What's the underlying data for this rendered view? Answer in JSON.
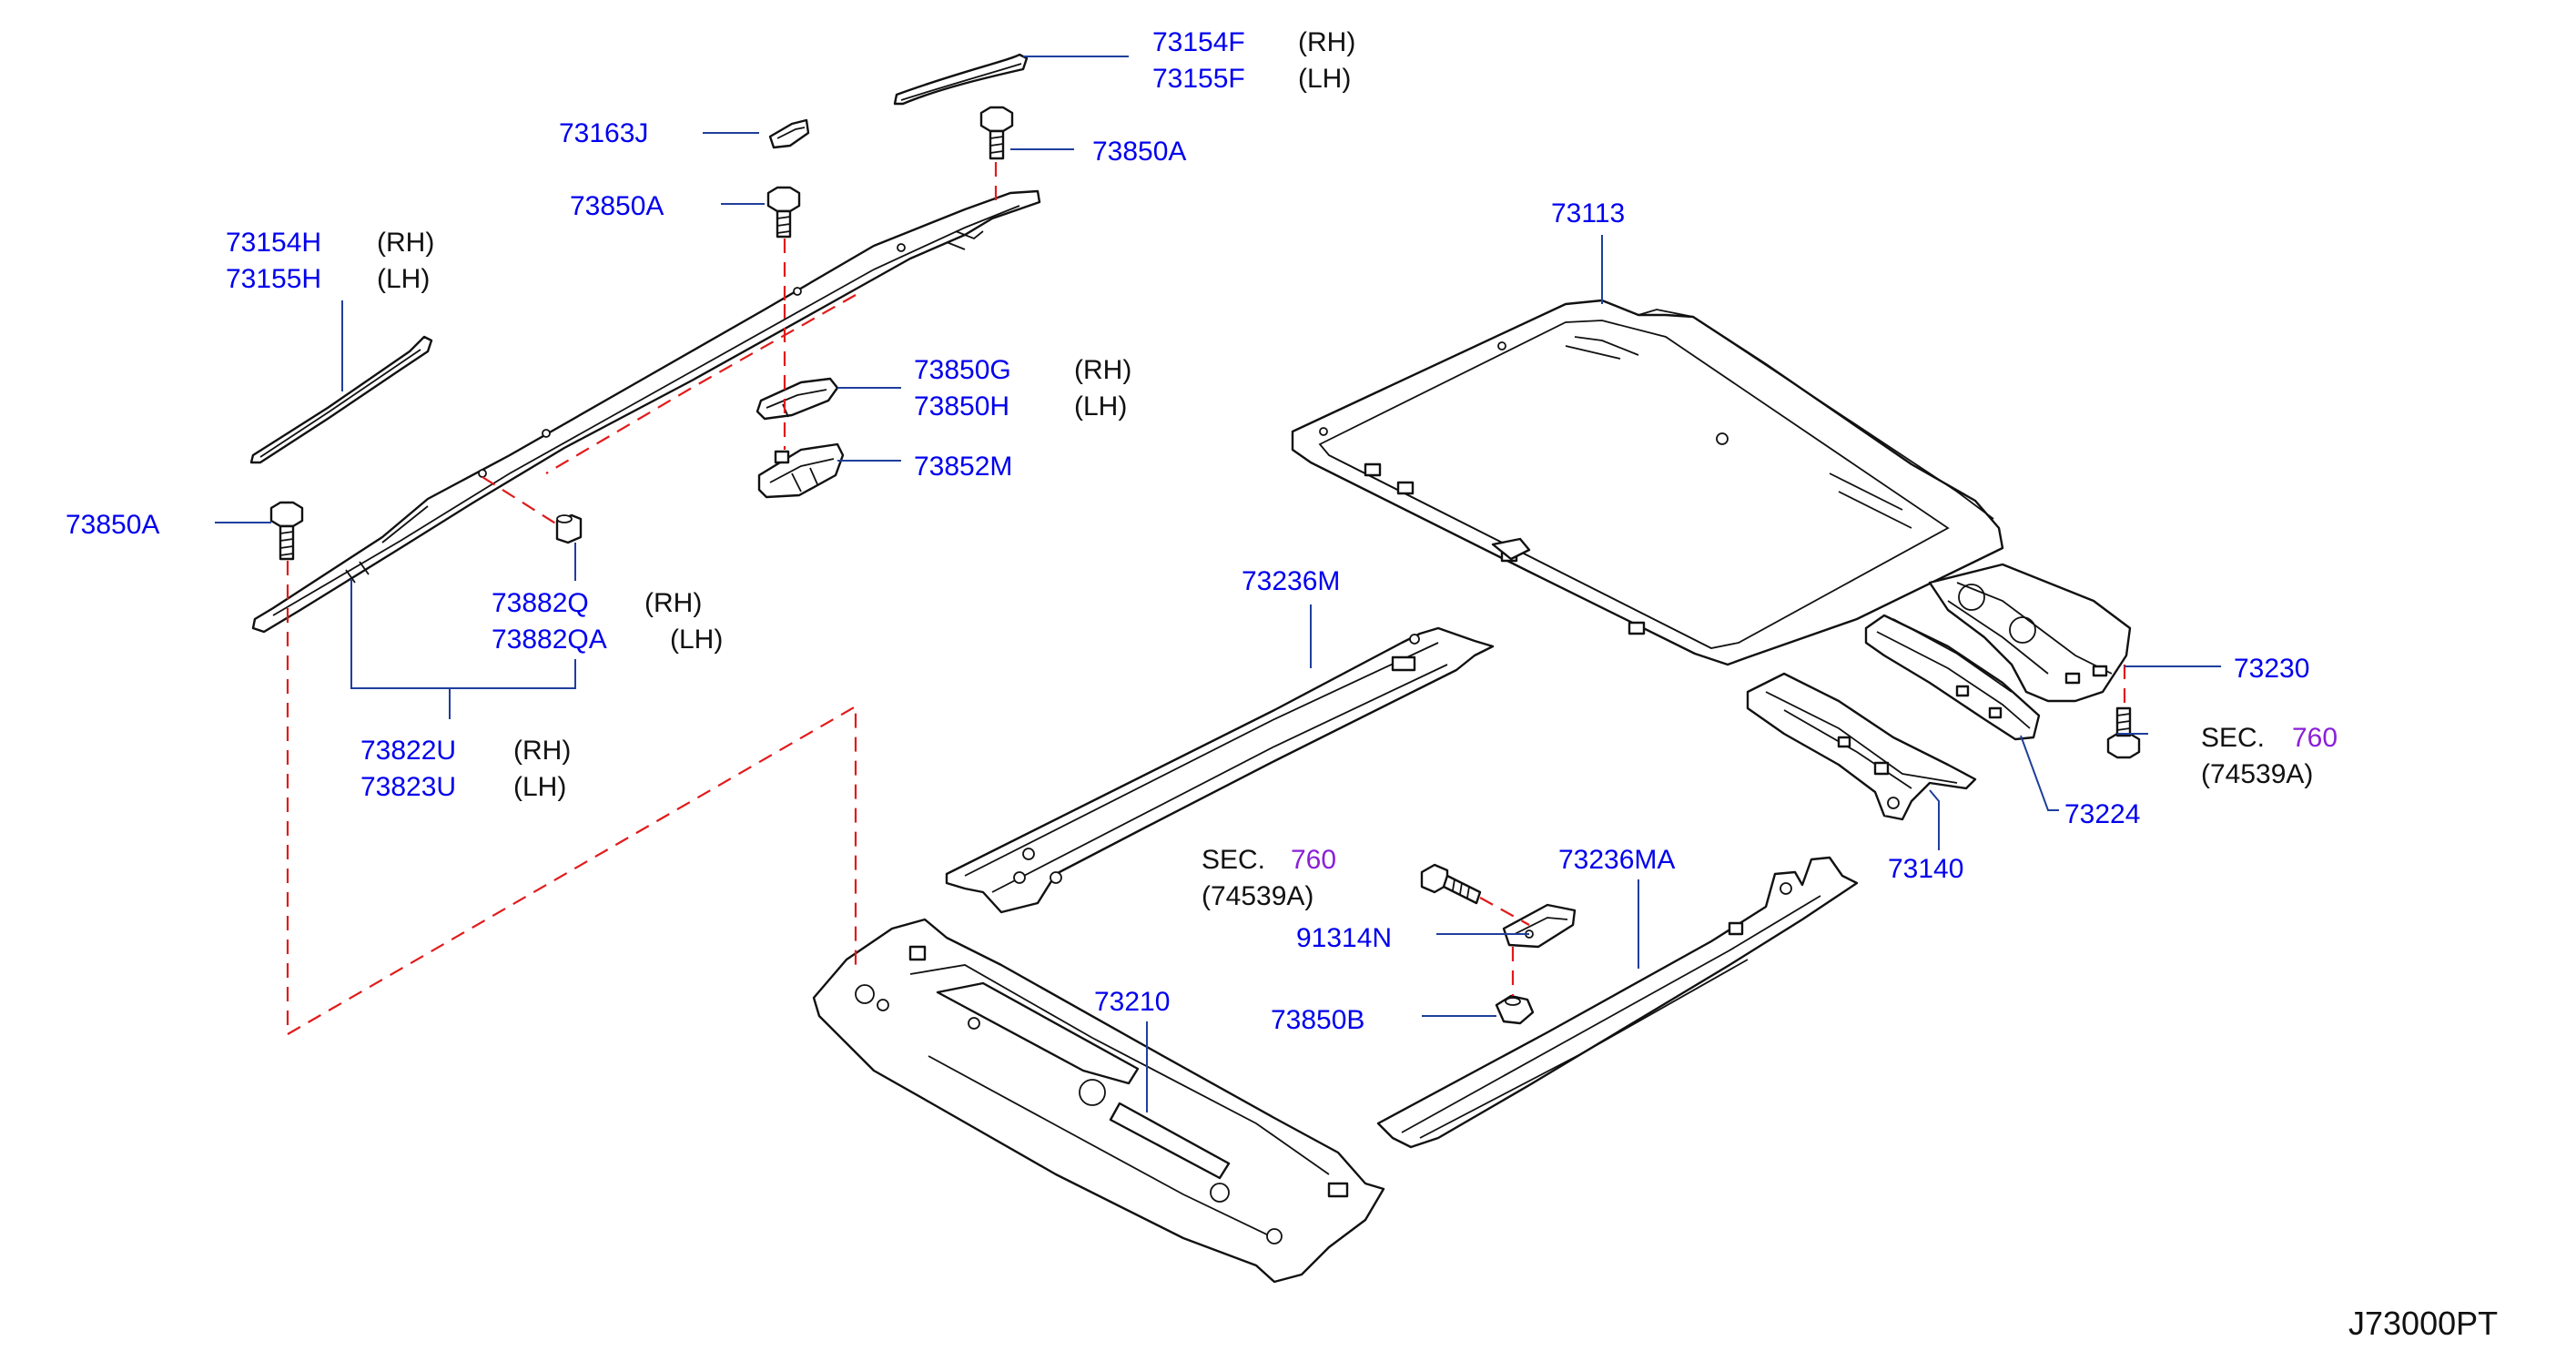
{
  "callouts": {
    "c73154F": "73154F",
    "c73155F": "73155F",
    "c73163J": "73163J",
    "c73850A_top": "73850A",
    "c73850A_mid": "73850A",
    "c73154H": "73154H",
    "c73155H": "73155H",
    "c73850G": "73850G",
    "c73850H": "73850H",
    "c73852M": "73852M",
    "c73850A_left": "73850A",
    "c73882Q": "73882Q",
    "c73882QA": "73882QA",
    "c73822U": "73822U",
    "c73823U": "73823U",
    "c73113": "73113",
    "c73236M": "73236M",
    "c73230": "73230",
    "c73224": "73224",
    "c73140": "73140",
    "c73236MA": "73236MA",
    "c91314N": "91314N",
    "c73210": "73210",
    "c73850B": "73850B"
  },
  "sides": {
    "rh": "(RH)",
    "lh": "(LH)"
  },
  "sections": {
    "sec_label": "SEC.",
    "right": {
      "num": "760",
      "ref": "(74539A)"
    },
    "center": {
      "num": "760",
      "ref": "(74539A)"
    }
  },
  "diagram_code": "J73000PT",
  "colors": {
    "part_number": "#0000ee",
    "section_ref": "#8a1fd8",
    "dashed_leader": "#e21a1a",
    "leader": "#1f3f9c"
  }
}
